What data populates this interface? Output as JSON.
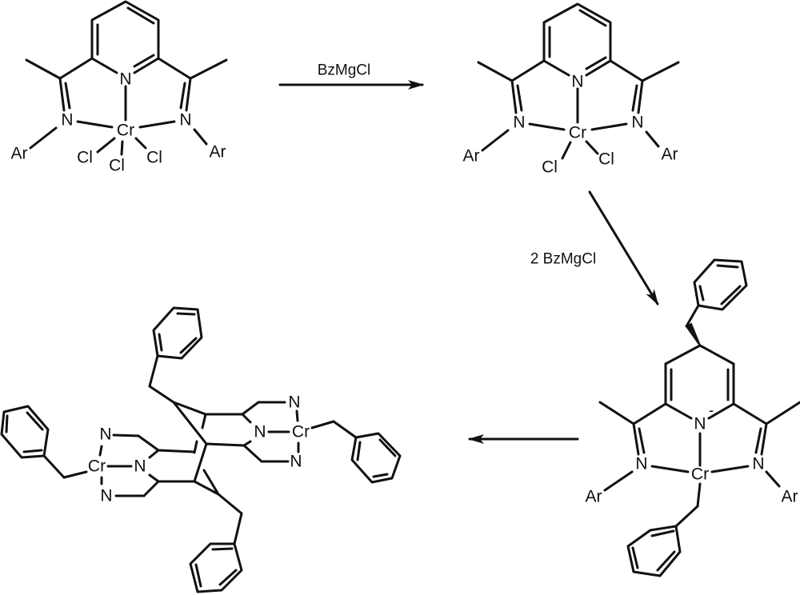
{
  "reagents": {
    "step1": "BzMgCl",
    "step2": "2 BzMgCl"
  },
  "reactant": {
    "N_py": "N",
    "N_left": "N",
    "N_right": "N",
    "metal": "Cr",
    "Cl_1": "Cl",
    "Cl_2": "Cl",
    "Cl_3": "Cl",
    "Ar_left": "Ar",
    "Ar_right": "Ar"
  },
  "intermediate": {
    "N_py": "N",
    "N_left": "N",
    "N_right": "N",
    "metal": "Cr",
    "Cl_1": "Cl",
    "Cl_2": "Cl",
    "Ar_left": "Ar",
    "Ar_right": "Ar"
  },
  "alkylated": {
    "N_py": "N",
    "charge": "-",
    "N_left": "N",
    "N_right": "N",
    "metal": "Cr",
    "Ar_left": "Ar",
    "Ar_right": "Ar"
  },
  "dimer": {
    "left_N_top": "N",
    "left_N_center": "N",
    "left_N_bottom": "N",
    "left_metal": "Cr",
    "right_N_top": "N",
    "right_N_center": "N",
    "right_N_bottom": "N",
    "right_metal": "Cr"
  }
}
